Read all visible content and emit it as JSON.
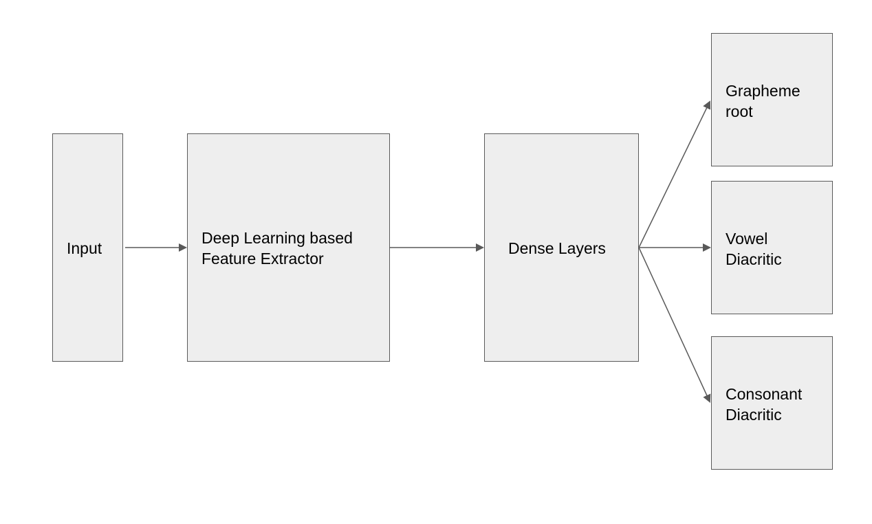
{
  "diagram": {
    "nodes": {
      "input": {
        "lines": [
          "Input"
        ]
      },
      "feature_extractor": {
        "lines": [
          "Deep Learning based",
          "Feature Extractor"
        ]
      },
      "dense_layers": {
        "lines": [
          "Dense Layers"
        ]
      },
      "grapheme_root": {
        "lines": [
          "Grapheme",
          "root"
        ]
      },
      "vowel_diacritic": {
        "lines": [
          "Vowel",
          "Diacritic"
        ]
      },
      "consonant_diacritic": {
        "lines": [
          "Consonant",
          "Diacritic"
        ]
      }
    },
    "edges": [
      {
        "from": "input",
        "to": "feature_extractor"
      },
      {
        "from": "feature_extractor",
        "to": "dense_layers"
      },
      {
        "from": "dense_layers",
        "to": "grapheme_root"
      },
      {
        "from": "dense_layers",
        "to": "vowel_diacritic"
      },
      {
        "from": "dense_layers",
        "to": "consonant_diacritic"
      }
    ],
    "colors": {
      "box_fill": "#eeeeee",
      "box_border": "#595959",
      "arrow": "#595959",
      "text": "#000000"
    }
  }
}
